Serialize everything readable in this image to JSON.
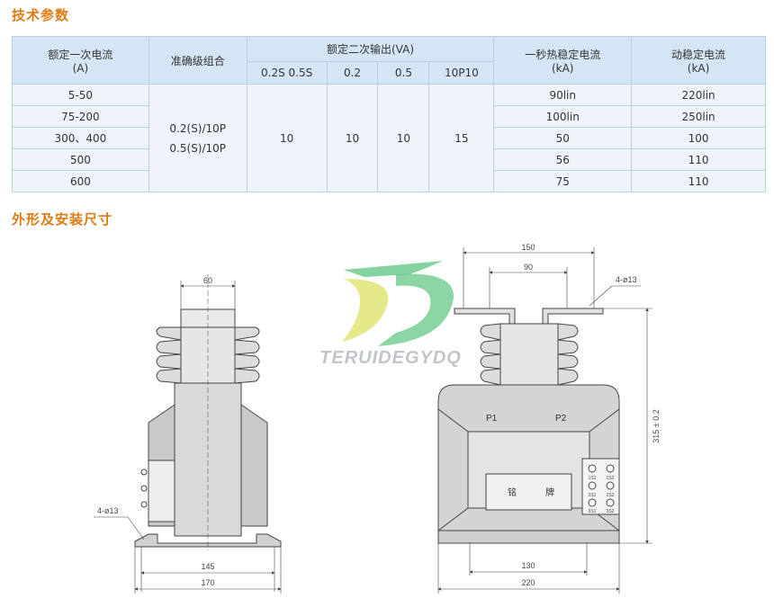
{
  "sections": {
    "tech_params": "技术参数",
    "dimensions": "外形及安装尺寸"
  },
  "table": {
    "headers": {
      "rated_primary_current": "额定一次电流",
      "rated_primary_current_unit": "(A)",
      "accuracy_combination": "准确级组合",
      "rated_secondary_output": "额定二次输出(VA)",
      "sub_cols": [
        "0.2S 0.5S",
        "0.2",
        "0.5",
        "10P10"
      ],
      "thermal_stable_current": "一秒热稳定电流",
      "thermal_stable_current_unit": "(kA)",
      "dynamic_stable_current": "动稳定电流",
      "dynamic_stable_current_unit": "(kA)"
    },
    "rows": [
      {
        "current": "5-50",
        "thermal": "90lin",
        "dynamic": "220lin"
      },
      {
        "current": "75-200",
        "thermal": "100lin",
        "dynamic": "250lin"
      },
      {
        "current": "300、400",
        "thermal": "50",
        "dynamic": "100"
      },
      {
        "current": "500",
        "thermal": "56",
        "dynamic": "110"
      },
      {
        "current": "600",
        "thermal": "75",
        "dynamic": "110"
      }
    ],
    "accuracy_values": [
      "0.2(S)/10P",
      "0.5(S)/10P"
    ],
    "output_values": [
      "10",
      "10",
      "10",
      "15"
    ]
  },
  "watermark": {
    "text": "TERUIDEGYDQ",
    "colors": {
      "green": "#3fb96a",
      "yellow": "#d6dc3a",
      "gray": "#b7bcc2"
    }
  },
  "drawing_left": {
    "dim_top": "60",
    "dim_hole": "4-ø13",
    "dim_mid": "145",
    "dim_bottom": "170"
  },
  "drawing_right": {
    "dim_top": "150",
    "dim_inner": "90",
    "dim_hole": "4-ø13",
    "label_p1": "P1",
    "label_p2": "P2",
    "nameplate_left": "铭",
    "nameplate_right": "牌",
    "terminals": [
      "1S1",
      "1S2",
      "2S1",
      "2S2",
      "3S1",
      "3S2"
    ],
    "dim_height": "315 ± 0.2",
    "dim_mid": "130",
    "dim_bottom": "220"
  },
  "colors": {
    "accent": "#e07a12",
    "header_bg": "#d4e5f5",
    "body_bg": "#eef4fa",
    "border": "#b8cfe4"
  }
}
